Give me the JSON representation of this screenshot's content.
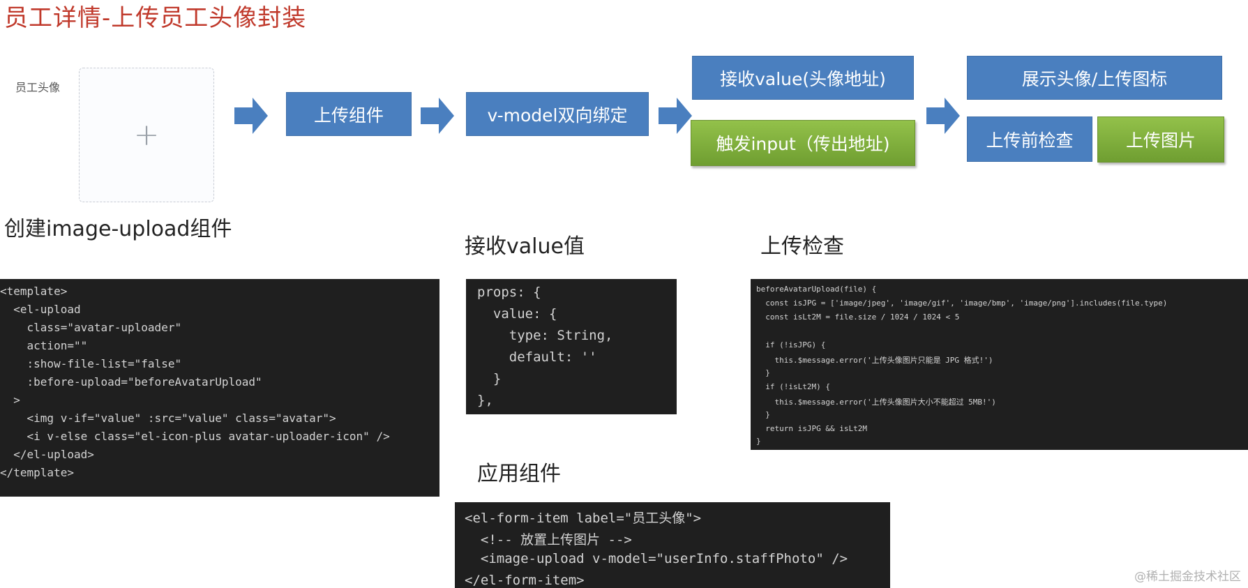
{
  "title": "员工详情-上传员工头像封装",
  "preview": {
    "label": "员工头像",
    "plus": "+"
  },
  "flow": {
    "upload_component": "上传组件",
    "v_model": "v-model双向绑定",
    "receive_value": "接收value(头像地址)",
    "trigger_input": "触发input（传出地址)",
    "show_avatar": "展示头像/上传图标",
    "before_upload": "上传前检查",
    "upload_image": "上传图片"
  },
  "sections": {
    "create": "创建image-upload组件",
    "receive": "接收value值",
    "check": "上传检查",
    "apply": "应用组件"
  },
  "code": {
    "template_lines": [
      "<template>",
      "  <el-upload",
      "    class=\"avatar-uploader\"",
      "    action=\"\"",
      "    :show-file-list=\"false\"",
      "    :before-upload=\"beforeAvatarUpload\"",
      "  >",
      "    <img v-if=\"value\" :src=\"value\" class=\"avatar\">",
      "    <i v-else class=\"el-icon-plus avatar-uploader-icon\" />",
      "  </el-upload>",
      "</template>"
    ],
    "props_lines": [
      "props: {",
      "  value: {",
      "    type: String,",
      "    default: ''",
      "  }",
      "},"
    ],
    "check_lines": [
      "beforeAvatarUpload(file) {",
      "  const isJPG = ['image/jpeg', 'image/gif', 'image/bmp', 'image/png'].includes(file.type)",
      "  const isLt2M = file.size / 1024 / 1024 < 5",
      "",
      "  if (!isJPG) {",
      "    this.$message.error('上传头像图片只能是 JPG 格式!')",
      "  }",
      "  if (!isLt2M) {",
      "    this.$message.error('上传头像图片大小不能超过 5MB!')",
      "  }",
      "  return isJPG && isLt2M",
      "}"
    ],
    "apply_lines": [
      "<el-form-item label=\"员工头像\">",
      "  <!-- 放置上传图片 -->",
      "  <image-upload v-model=\"userInfo.staffPhoto\" />",
      "</el-form-item>"
    ]
  },
  "watermark": "@稀土掘金技术社区",
  "colors": {
    "blue_box": "#4a7fbf",
    "green_box": "#7cac3a",
    "title": "#c0392b",
    "code_bg": "#1f1f1f"
  }
}
